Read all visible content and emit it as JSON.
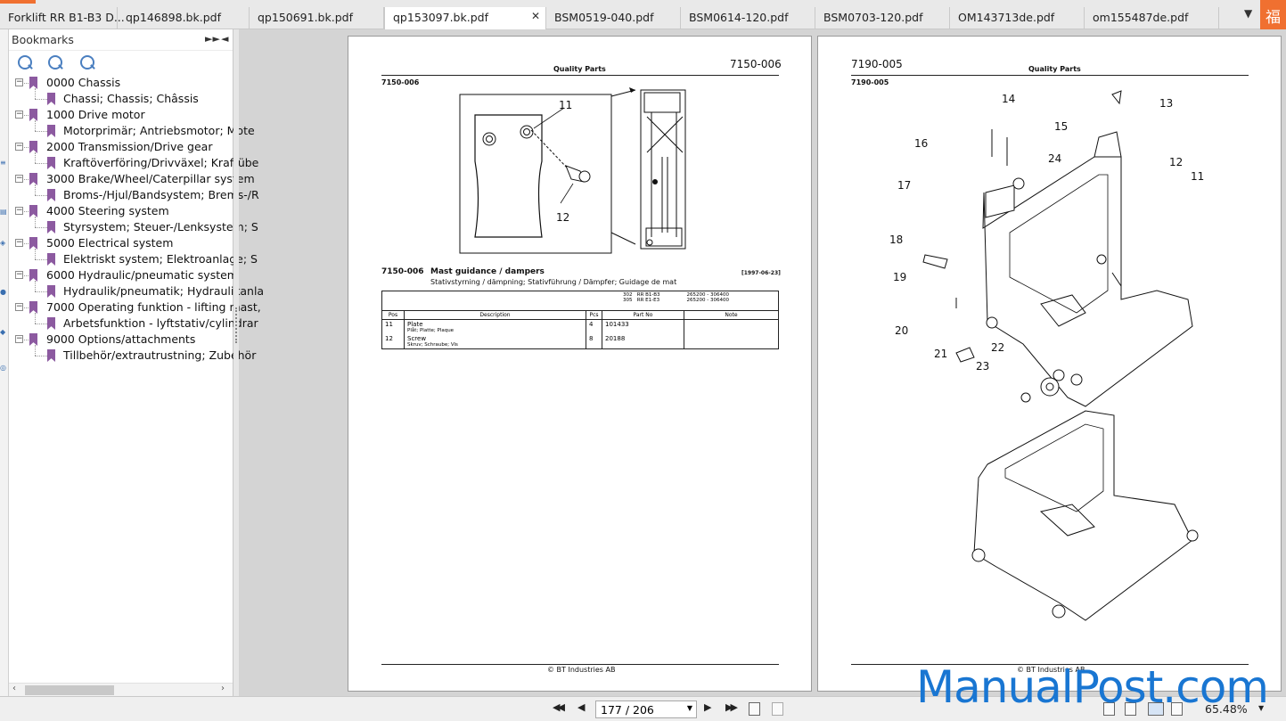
{
  "tabs": [
    {
      "label": "Forklift RR B1-B3 D..."
    },
    {
      "label": "qp146898.bk.pdf"
    },
    {
      "label": "qp150691.bk.pdf"
    },
    {
      "label": "qp153097.bk.pdf",
      "active": true
    },
    {
      "label": "BSM0519-040.pdf"
    },
    {
      "label": "BSM0614-120.pdf"
    },
    {
      "label": "BSM0703-120.pdf"
    },
    {
      "label": "OM143713de.pdf"
    },
    {
      "label": "om155487de.pdf"
    }
  ],
  "tab_close_glyph": "✕",
  "tab_overflow_glyph": "▼",
  "brand_glyph": "福",
  "sidebar": {
    "title": "Bookmarks",
    "expand_glyph": "►►",
    "collapse_glyph": "◄",
    "items": [
      {
        "label": "0000 Chassis",
        "level": 0
      },
      {
        "label": "Chassi; Chassis; Châssis",
        "level": 1
      },
      {
        "label": "1000 Drive motor",
        "level": 0
      },
      {
        "label": "Motorprimär; Antriebsmotor; Mote",
        "level": 1
      },
      {
        "label": "2000 Transmission/Drive gear",
        "level": 0
      },
      {
        "label": "Kraftöverföring/Drivväxel; Kraftübe",
        "level": 1
      },
      {
        "label": "3000 Brake/Wheel/Caterpillar system",
        "level": 0
      },
      {
        "label": "Broms-/Hjul/Bandsystem; Brems-/R",
        "level": 1
      },
      {
        "label": "4000 Steering system",
        "level": 0
      },
      {
        "label": "Styrsystem; Steuer-/Lenksystem; S",
        "level": 1
      },
      {
        "label": "5000 Electrical system",
        "level": 0
      },
      {
        "label": "Elektriskt system; Elektroanlage; S",
        "level": 1
      },
      {
        "label": "6000 Hydraulic/pneumatic system",
        "level": 0
      },
      {
        "label": "Hydraulik/pneumatik; Hydraulikanla",
        "level": 1
      },
      {
        "label": "7000 Operating funktion - lifting mast,",
        "level": 0
      },
      {
        "label": "Arbetsfunktion - lyftstativ/cylindrar",
        "level": 1
      },
      {
        "label": "9000 Options/attachments",
        "level": 0
      },
      {
        "label": "Tillbehör/extrautrustning; Zubehör",
        "level": 1
      }
    ]
  },
  "left_page": {
    "header_center": "Quality Parts",
    "header_right": "7150-006",
    "section_code": "7150-006",
    "callouts": [
      "11",
      "12"
    ],
    "caption_code": "7150-006",
    "caption_title": "Mast guidance / dampers",
    "caption_date": "[1997-06-23]",
    "caption_sub": "Stativstyrning / dämpning; Stativführung / Dämpfer; Guidage de mat",
    "models": [
      {
        "code": "302",
        "name": "RR B1-B3",
        "range": "265200 - 306400"
      },
      {
        "code": "305",
        "name": "RR E1-E3",
        "range": "265200 - 306400"
      }
    ],
    "columns": [
      "Pos",
      "Description",
      "Pcs",
      "Part No",
      "Note"
    ],
    "rows": [
      {
        "pos": "11",
        "desc": "Plate",
        "sub": "Plåt; Platte; Plaque",
        "pcs": "4",
        "part": "101433",
        "note": ""
      },
      {
        "pos": "12",
        "desc": "Screw",
        "sub": "Skruv; Schraube; Vis",
        "pcs": "8",
        "part": "20188",
        "note": ""
      }
    ],
    "footer": "© BT Industries AB"
  },
  "right_page": {
    "header_left": "7190-005",
    "header_center": "Quality Parts",
    "section_code": "7190-005",
    "callouts": [
      "14",
      "13",
      "15",
      "16",
      "24",
      "12",
      "11",
      "17",
      "18",
      "19",
      "20",
      "21",
      "22",
      "23"
    ],
    "footer": "© BT Industries AB"
  },
  "bottom": {
    "page_indicator": "177 / 206",
    "zoom": "65.48%",
    "zoom_dropdown_glyph": "▼",
    "first_glyph": "◀◀",
    "prev_glyph": "◀",
    "next_glyph": "▶",
    "last_glyph": "▶▶"
  },
  "watermark": "ManualPost.com"
}
